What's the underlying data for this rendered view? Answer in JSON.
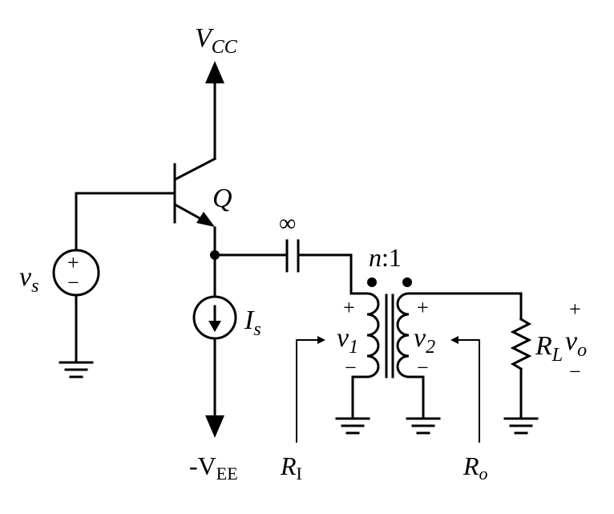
{
  "labels": {
    "vcc_main": "V",
    "vcc_sub": "CC",
    "q": "Q",
    "vs_main": "v",
    "vs_sub": "s",
    "is_main": "I",
    "is_sub": "s",
    "vee_main": "-V",
    "vee_sub": "EE",
    "cap": "∞",
    "ratio_n": "n",
    "ratio_rest": ":1",
    "plus": "+",
    "minus": "−",
    "v1_main": "v",
    "v1_sub": "1",
    "v2_main": "v",
    "v2_sub": "2",
    "rl_main": "R",
    "rl_sub": "L",
    "vo_main": "v",
    "vo_sub": "o",
    "ri_main": "R",
    "ri_sub": "I",
    "ro_main": "R",
    "ro_sub": "o"
  }
}
